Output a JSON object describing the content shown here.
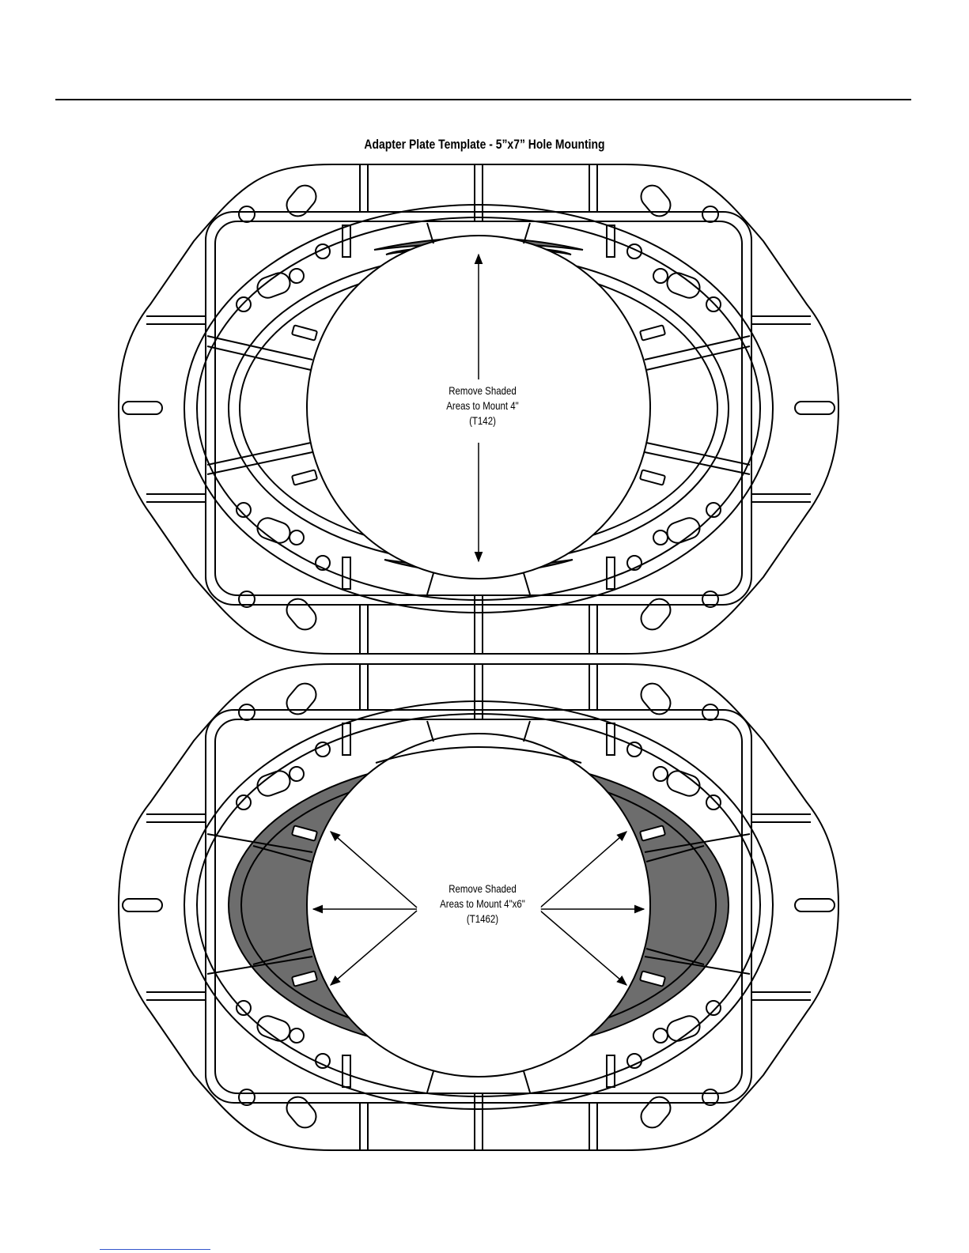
{
  "title": "Adapter Plate Template - 5”x7” Hole Mounting",
  "templates": [
    {
      "note_lines": [
        "Remove Shaded",
        "Areas to Mount 4\"",
        "(T142)"
      ]
    },
    {
      "note_lines": [
        "Remove Shaded",
        "Areas to Mount 4\"x6\"",
        "(T1462)"
      ]
    }
  ],
  "colors": {
    "line": "#000000",
    "shade": "#6d6d6d",
    "paper": "#ffffff"
  }
}
